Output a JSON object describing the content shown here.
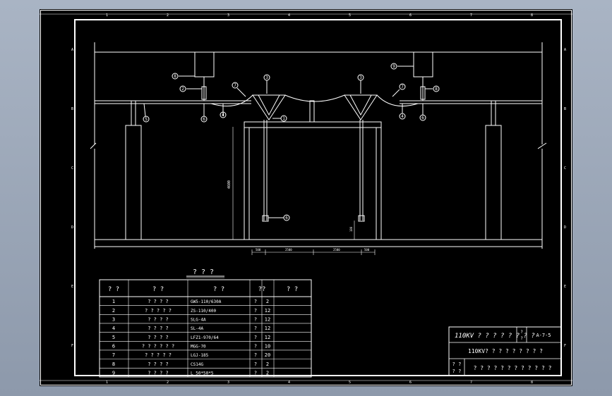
{
  "sheet": {
    "col_labels": [
      "1",
      "2",
      "3",
      "4",
      "5",
      "6",
      "7",
      "8"
    ],
    "row_labels": [
      "A",
      "B",
      "C",
      "D",
      "E",
      "F"
    ]
  },
  "elevation": {
    "dim_vertical": "4600",
    "dim_small": "180",
    "dim_horizontal": [
      "500",
      "2500",
      "2500",
      "500"
    ]
  },
  "callouts": {
    "c1": "1",
    "c2": "2",
    "c3": "3",
    "c3b": "3",
    "c4": "4",
    "c4b": "4",
    "c5": "5",
    "c6": "6",
    "c6b": "6",
    "c7": "7",
    "c7b": "7",
    "c8": "8",
    "c8b": "8",
    "c9": "9",
    "c9b": "9"
  },
  "bom": {
    "title": "? ? ?",
    "headers": [
      "? ?",
      "? ?",
      "?      ?",
      "??",
      "? ?"
    ],
    "rows": [
      {
        "no": "1",
        "name": "? ? ? ?",
        "model": "GW5-110/630A",
        "unit": "?",
        "qty": "2"
      },
      {
        "no": "2",
        "name": "? ? ? ? ?",
        "model": "ZS-110/400",
        "unit": "?",
        "qty": "12"
      },
      {
        "no": "3",
        "name": "? ? ? ?",
        "model": "SLG-4A",
        "unit": "?",
        "qty": "12"
      },
      {
        "no": "4",
        "name": "? ? ? ?",
        "model": "SL-4A",
        "unit": "?",
        "qty": "12"
      },
      {
        "no": "5",
        "name": "? ? ? ?",
        "model": "LFZ1-970/64",
        "unit": "?",
        "qty": "12"
      },
      {
        "no": "6",
        "name": "? ? ? ? ? ?",
        "model": "MGG-70",
        "unit": "?",
        "qty": "10"
      },
      {
        "no": "7",
        "name": "? ? ? ? ?",
        "model": "LGJ-185",
        "unit": "?",
        "qty": "20"
      },
      {
        "no": "8",
        "name": "? ? ? ?",
        "model": "CS14G",
        "unit": "?",
        "qty": "2"
      },
      {
        "no": "9",
        "name": "? ? ? ?",
        "model": "L 50*50*5",
        "unit": "?",
        "qty": "2"
      }
    ]
  },
  "title_block": {
    "project": "110KV ? ? ? ? ? ? ? ?",
    "label_a": "?",
    "label_b": "?",
    "drawing_no": "A-7-5",
    "drawing_title": "110KV? ? ? ? ? ? ? ? ?",
    "label_c": "? ?",
    "label_d": "? ?",
    "company": "? ? ? ? ? ? ? ? ? ? ? ?"
  }
}
